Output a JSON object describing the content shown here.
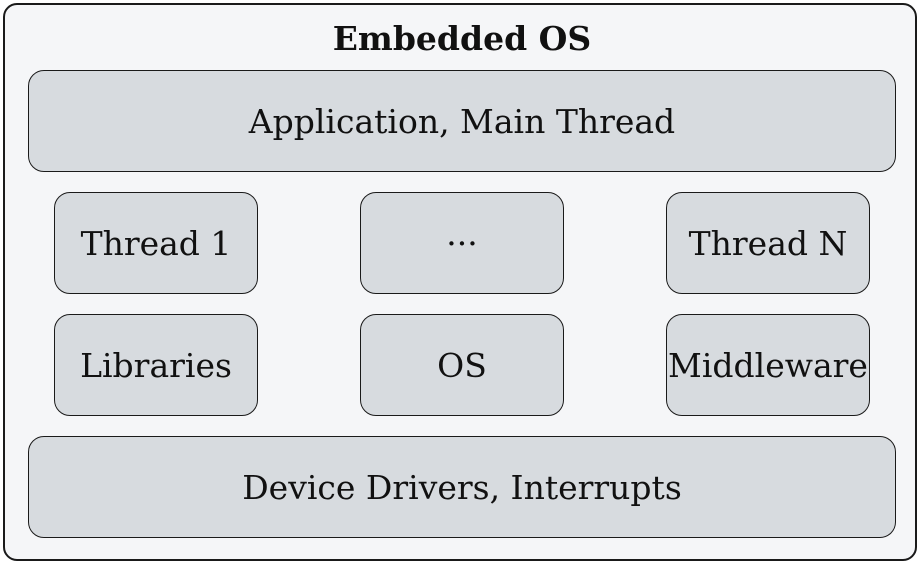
{
  "diagram": {
    "title": "Embedded OS",
    "application_layer": "Application, Main Thread",
    "threads": {
      "first": "Thread 1",
      "ellipsis": "···",
      "last": "Thread N"
    },
    "components": {
      "libraries": "Libraries",
      "os": "OS",
      "middleware": "Middleware"
    },
    "driver_layer": "Device Drivers, Interrupts"
  }
}
